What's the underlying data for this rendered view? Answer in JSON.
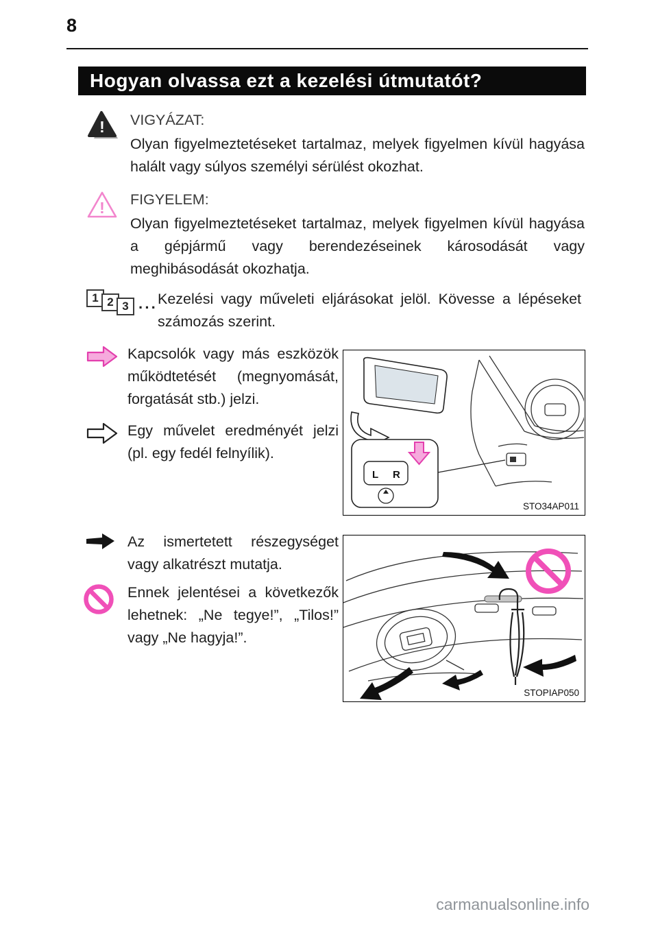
{
  "page": {
    "number": "8",
    "watermark": "carmanualsonline.info"
  },
  "header": {
    "title": "Hogyan olvassa ezt a kezelési útmutatót?"
  },
  "colors": {
    "accent_pink": "#ee4fb0",
    "light_pink": "#f6aadd",
    "header_bg": "#0b0b0b",
    "text": "#1e1e1e"
  },
  "notices": [
    {
      "icon": "warning-triangle-black",
      "label": "VIGYÁZAT:",
      "text": "Olyan figyelmeztetéseket tartalmaz, melyek figyelmen kívül hagyása halált vagy súlyos személyi sérülést okozhat."
    },
    {
      "icon": "caution-triangle-pink",
      "label": "FIGYELEM:",
      "text": "Olyan figyelmeztetéseket tartalmaz, melyek figyelmen kívül hagyása a gépjármű vagy berendezéseinek károsodását vagy meghibásodását okozhatja."
    }
  ],
  "steps_legend": {
    "icon": "numbered-step-boxes",
    "numbers": [
      "1",
      "2",
      "3"
    ],
    "dots": "···",
    "text": "Kezelési vagy műveleti eljárásokat jelöl. Kövesse a lépéseket számozás szerint."
  },
  "legend_items": [
    {
      "icon": "pink-block-arrow",
      "text": "Kapcsolók vagy más eszközök működtetését (megnyomását, forgatását stb.) jelzi."
    },
    {
      "icon": "outline-block-arrow",
      "text": "Egy művelet eredményét jelzi (pl. egy fedél felnyílik)."
    },
    {
      "icon": "black-arrow",
      "text": "Az ismertetett részegységet vagy alkatrészt mutatja."
    },
    {
      "icon": "prohibition-sign",
      "text": "Ennek jelentései a következők lehetnek: „Ne tegye!”, „Tilos!” vagy „Ne hagyja!”."
    }
  ],
  "figures": [
    {
      "label": "STO34AP011",
      "controls": {
        "left": "L",
        "right": "R"
      }
    },
    {
      "label": "STOPIAP050"
    }
  ]
}
